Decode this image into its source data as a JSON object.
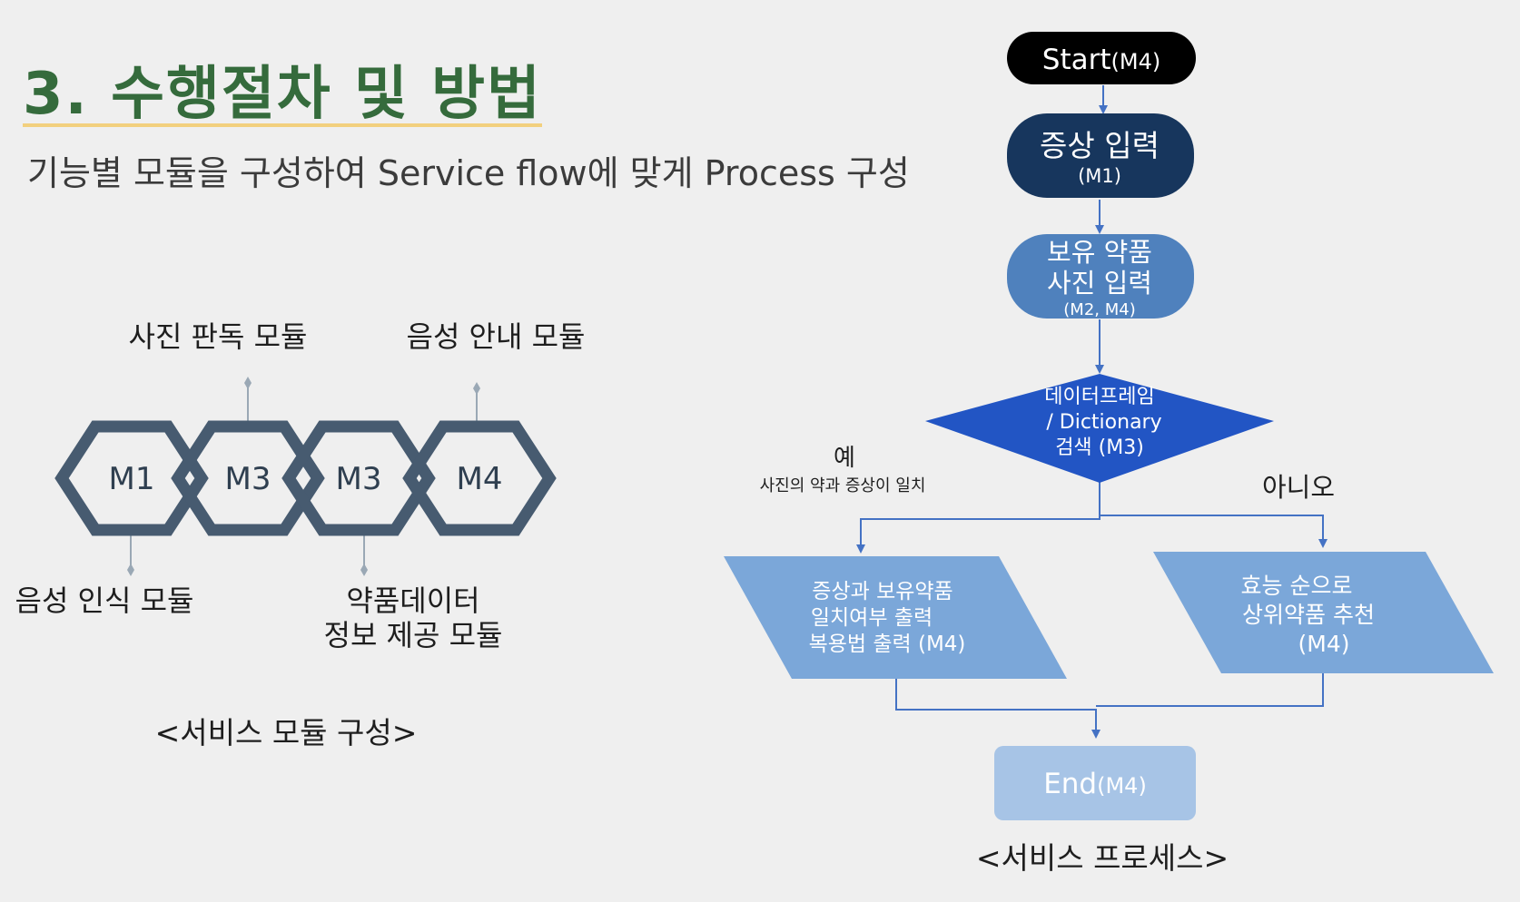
{
  "header": {
    "title": "3. 수행절차 및 방법",
    "subtitle": "기능별 모듈을 구성하여 Service flow에 맞게 Process 구성"
  },
  "modules": {
    "hexagons": [
      "M1",
      "M3",
      "M3",
      "M4"
    ],
    "labels_top": [
      "사진 판독 모듈",
      "음성 안내 모듈"
    ],
    "labels_bottom": [
      "음성 인식 모듈",
      "약품데이터",
      "정보 제공 모듈"
    ],
    "caption": "<서비스 모듈 구성>"
  },
  "flow": {
    "start": {
      "main": "Start",
      "sub": "(M4)"
    },
    "n1": {
      "line1": "증상 입력",
      "sub": "(M1)"
    },
    "n2": {
      "line1": "보유 약품",
      "line2": "사진 입력",
      "sub": "(M2, M4)"
    },
    "decision": {
      "line1": "데이터프레임",
      "line2": "/ Dictionary",
      "line3": "검색 (M3)"
    },
    "yes": {
      "label": "예",
      "sub": "사진의 약과 증상이 일치"
    },
    "no": {
      "label": "아니오"
    },
    "out_yes": {
      "line1": "증상과 보유약품",
      "line2": "일치여부 출력",
      "line3": "복용법 출력 (M4)"
    },
    "out_no": {
      "line1": "효능 순으로",
      "line2": "상위약품 추천",
      "line3": "(M4)"
    },
    "end": {
      "main": "End",
      "sub": "(M4)"
    },
    "caption": "<서비스 프로세스>"
  },
  "colors": {
    "title_green": "#356b3c",
    "underline_yellow": "#f2d07e",
    "hex_stroke": "#475b70",
    "node_dark": "#17365d",
    "node_mid": "#4f81bd",
    "decision_blue": "#2255c4",
    "output_blue": "#7ba7d9",
    "end_light": "#a7c4e6",
    "arrow": "#4472c4"
  }
}
